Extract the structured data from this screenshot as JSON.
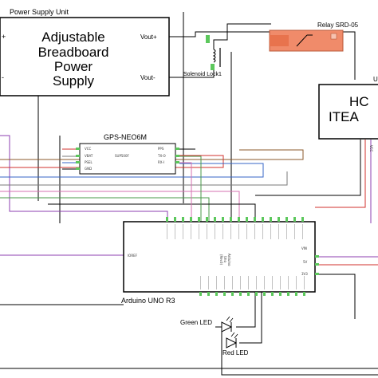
{
  "power_supply": {
    "unit_title": "Power Supply Unit",
    "line1": "Adjustable",
    "line2": "Breadboard",
    "line3": "Power",
    "line4": "Supply",
    "vout_plus": "Vout+",
    "vout_minus": "Vout-",
    "left_plus": "+",
    "left_minus": "-"
  },
  "relay": {
    "title": "Relay SRD-05"
  },
  "solenoid": {
    "title": "Solenoid Lock1"
  },
  "hc_module": {
    "title_top": "U",
    "line1": "HC",
    "line2": "ITEA",
    "pin": "VCC"
  },
  "gps": {
    "title": "GPS-NEO6M",
    "chip": "SUP500F",
    "left_pins": [
      "VCC",
      "VBAT",
      "PSEL",
      "GND"
    ],
    "right_pins": [
      "PPS",
      "TX-O",
      "RX-I"
    ]
  },
  "arduino": {
    "title": "Arduino UNO R3",
    "center_text": [
      "Arduino",
      "Uno",
      "(Rev3)"
    ],
    "left_pin": "IOREF",
    "right_pins": [
      "VIN",
      "5V",
      "3V3"
    ]
  },
  "leds": {
    "green": "Green LED",
    "red": "Red LED"
  },
  "colors": {
    "wire_red": "#d0312d",
    "wire_blue": "#3465c7",
    "wire_purple": "#8d3fb0",
    "wire_brown": "#8b5a2b",
    "wire_pink": "#d670b0",
    "wire_green": "#4a9a4a",
    "wire_gray": "#7a7a7a",
    "wire_orange": "#e08a2c",
    "relay_fill": "#f08b6a",
    "pin_green": "#5cc85c"
  }
}
